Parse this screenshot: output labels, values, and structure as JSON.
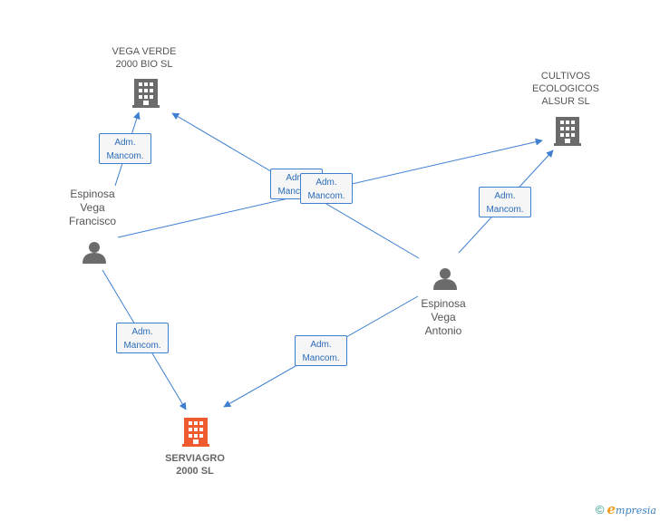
{
  "nodes": {
    "vega_verde": {
      "line1": "VEGA VERDE",
      "line2": "2000 BIO SL"
    },
    "cultivos": {
      "line1": "CULTIVOS",
      "line2": "ECOLOGICOS",
      "line3": "ALSUR SL"
    },
    "francisco": {
      "line1": "Espinosa",
      "line2": "Vega",
      "line3": "Francisco"
    },
    "antonio": {
      "line1": "Espinosa",
      "line2": "Vega",
      "line3": "Antonio"
    },
    "serviagro": {
      "line1": "SERVIAGRO",
      "line2": "2000 SL"
    }
  },
  "edges": [
    {
      "from": "francisco",
      "to": "vega_verde",
      "label1": "Adm.",
      "label2": "Mancom."
    },
    {
      "from": "francisco",
      "to": "cultivos",
      "label1": "Adm.",
      "label2": "Mancom."
    },
    {
      "from": "francisco",
      "to": "serviagro",
      "label1": "Adm.",
      "label2": "Mancom."
    },
    {
      "from": "antonio",
      "to": "vega_verde",
      "label1": "Adm.",
      "label2": "Mancom."
    },
    {
      "from": "antonio",
      "to": "cultivos",
      "label1": "Adm.",
      "label2": "Mancom."
    },
    {
      "from": "antonio",
      "to": "serviagro",
      "label1": "Adm.",
      "label2": "Mancom."
    }
  ],
  "colors": {
    "edge": "#3e7fd0",
    "company": "#6b6b6b",
    "person": "#6b6b6b",
    "focus": "#ef5a2f"
  },
  "footer": {
    "copyright": "©",
    "brand_initial": "e",
    "brand_rest": "mpresia"
  }
}
